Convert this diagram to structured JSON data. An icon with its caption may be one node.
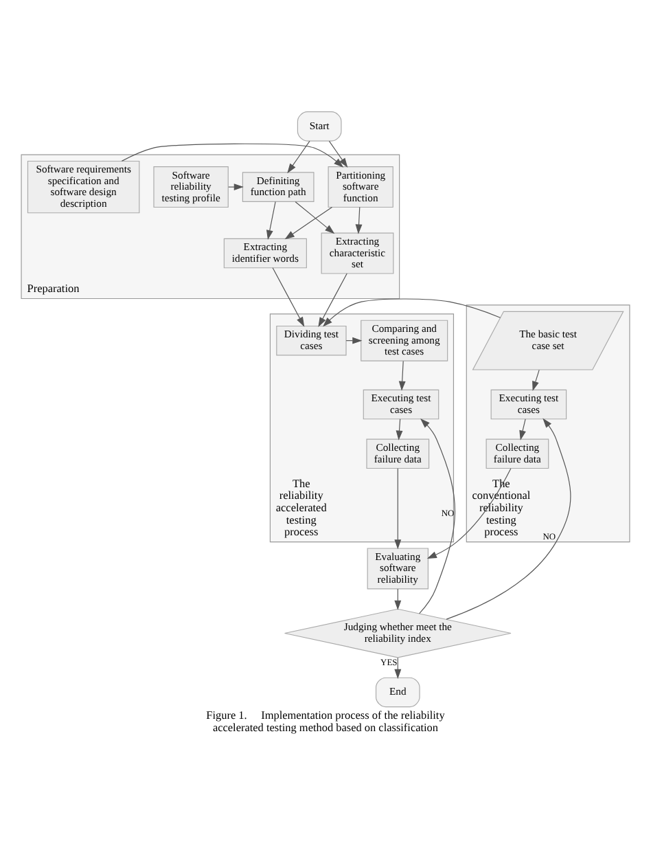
{
  "diagram": {
    "caption": "Figure 1.     Implementation process of the reliability accelerated testing method based on classification",
    "nodes": [
      {
        "text": [
          "Start"
        ]
      },
      {
        "text": [
          "Preparation"
        ]
      },
      {
        "text": [
          "Software requirements specification and software design description"
        ],
        "in": 1
      },
      {
        "text": [
          "Partitioning software function"
        ],
        "in": 1
      },
      {
        "text": [
          "Definiting function path"
        ],
        "in": 1
      },
      {
        "text": [
          "Software reliability testing profile"
        ],
        "in": 1
      },
      {
        "text": [
          "Extracting identifier words"
        ],
        "in": 1
      },
      {
        "text": [
          "Extracting characteristic set"
        ],
        "in": 1
      },
      {
        "text": [
          "The conventional reliability testing process"
        ]
      },
      {
        "text": [
          "The basic test case set"
        ],
        "in": 8
      },
      {
        "text": [
          "Executing test cases"
        ],
        "in": 8
      },
      {
        "text": [
          "Collecting failure data"
        ],
        "in": 8
      },
      {
        "text": [
          "The reliability accelerated testing process"
        ]
      },
      {
        "text": [
          "Dividing test cases"
        ],
        "in": 12
      },
      {
        "text": [
          "Comparing and screening among test cases"
        ],
        "in": 12
      },
      {
        "text": [
          "Executing test cases"
        ],
        "in": 12
      },
      {
        "text": [
          "Collecting failure data"
        ],
        "in": 12
      },
      {
        "text": [
          "Evaluating software reliability"
        ]
      },
      {
        "text": [
          "Judging whether meet the reliability index"
        ]
      },
      {
        "text": [
          "End"
        ]
      }
    ],
    "edges": [
      {
        "from": 0,
        "to": 3,
        "arrow": "to"
      },
      {
        "from": 0,
        "to": 4,
        "arrow": "to"
      },
      {
        "from": 2,
        "to": 3,
        "arrow": "to"
      },
      {
        "from": 5,
        "to": 4,
        "arrow": "to"
      },
      {
        "from": 3,
        "to": 6,
        "arrow": "to"
      },
      {
        "from": 3,
        "to": 7,
        "arrow": "to"
      },
      {
        "from": 4,
        "to": 6,
        "arrow": "to"
      },
      {
        "from": 4,
        "to": 7,
        "arrow": "to"
      },
      {
        "from": 6,
        "to": 13,
        "arrow": "to"
      },
      {
        "from": 7,
        "to": 13,
        "arrow": "to"
      },
      {
        "from": 9,
        "to": 13,
        "arrow": "to"
      },
      {
        "from": 9,
        "to": 10,
        "arrow": "to"
      },
      {
        "from": 10,
        "to": 11,
        "arrow": "to"
      },
      {
        "from": 13,
        "to": 14,
        "arrow": "to"
      },
      {
        "from": 14,
        "to": 15,
        "arrow": "to"
      },
      {
        "from": 15,
        "to": 16,
        "arrow": "to"
      },
      {
        "from": 11,
        "to": 17,
        "arrow": "to"
      },
      {
        "from": 16,
        "to": 17,
        "arrow": "to"
      },
      {
        "from": 17,
        "to": 18,
        "arrow": "to"
      },
      {
        "from": 18,
        "to": 10,
        "arrow": "to",
        "label": "NO"
      },
      {
        "from": 18,
        "to": 15,
        "arrow": "to",
        "label": "NO"
      },
      {
        "from": 18,
        "to": 19,
        "arrow": "to",
        "label": "YES"
      }
    ]
  }
}
